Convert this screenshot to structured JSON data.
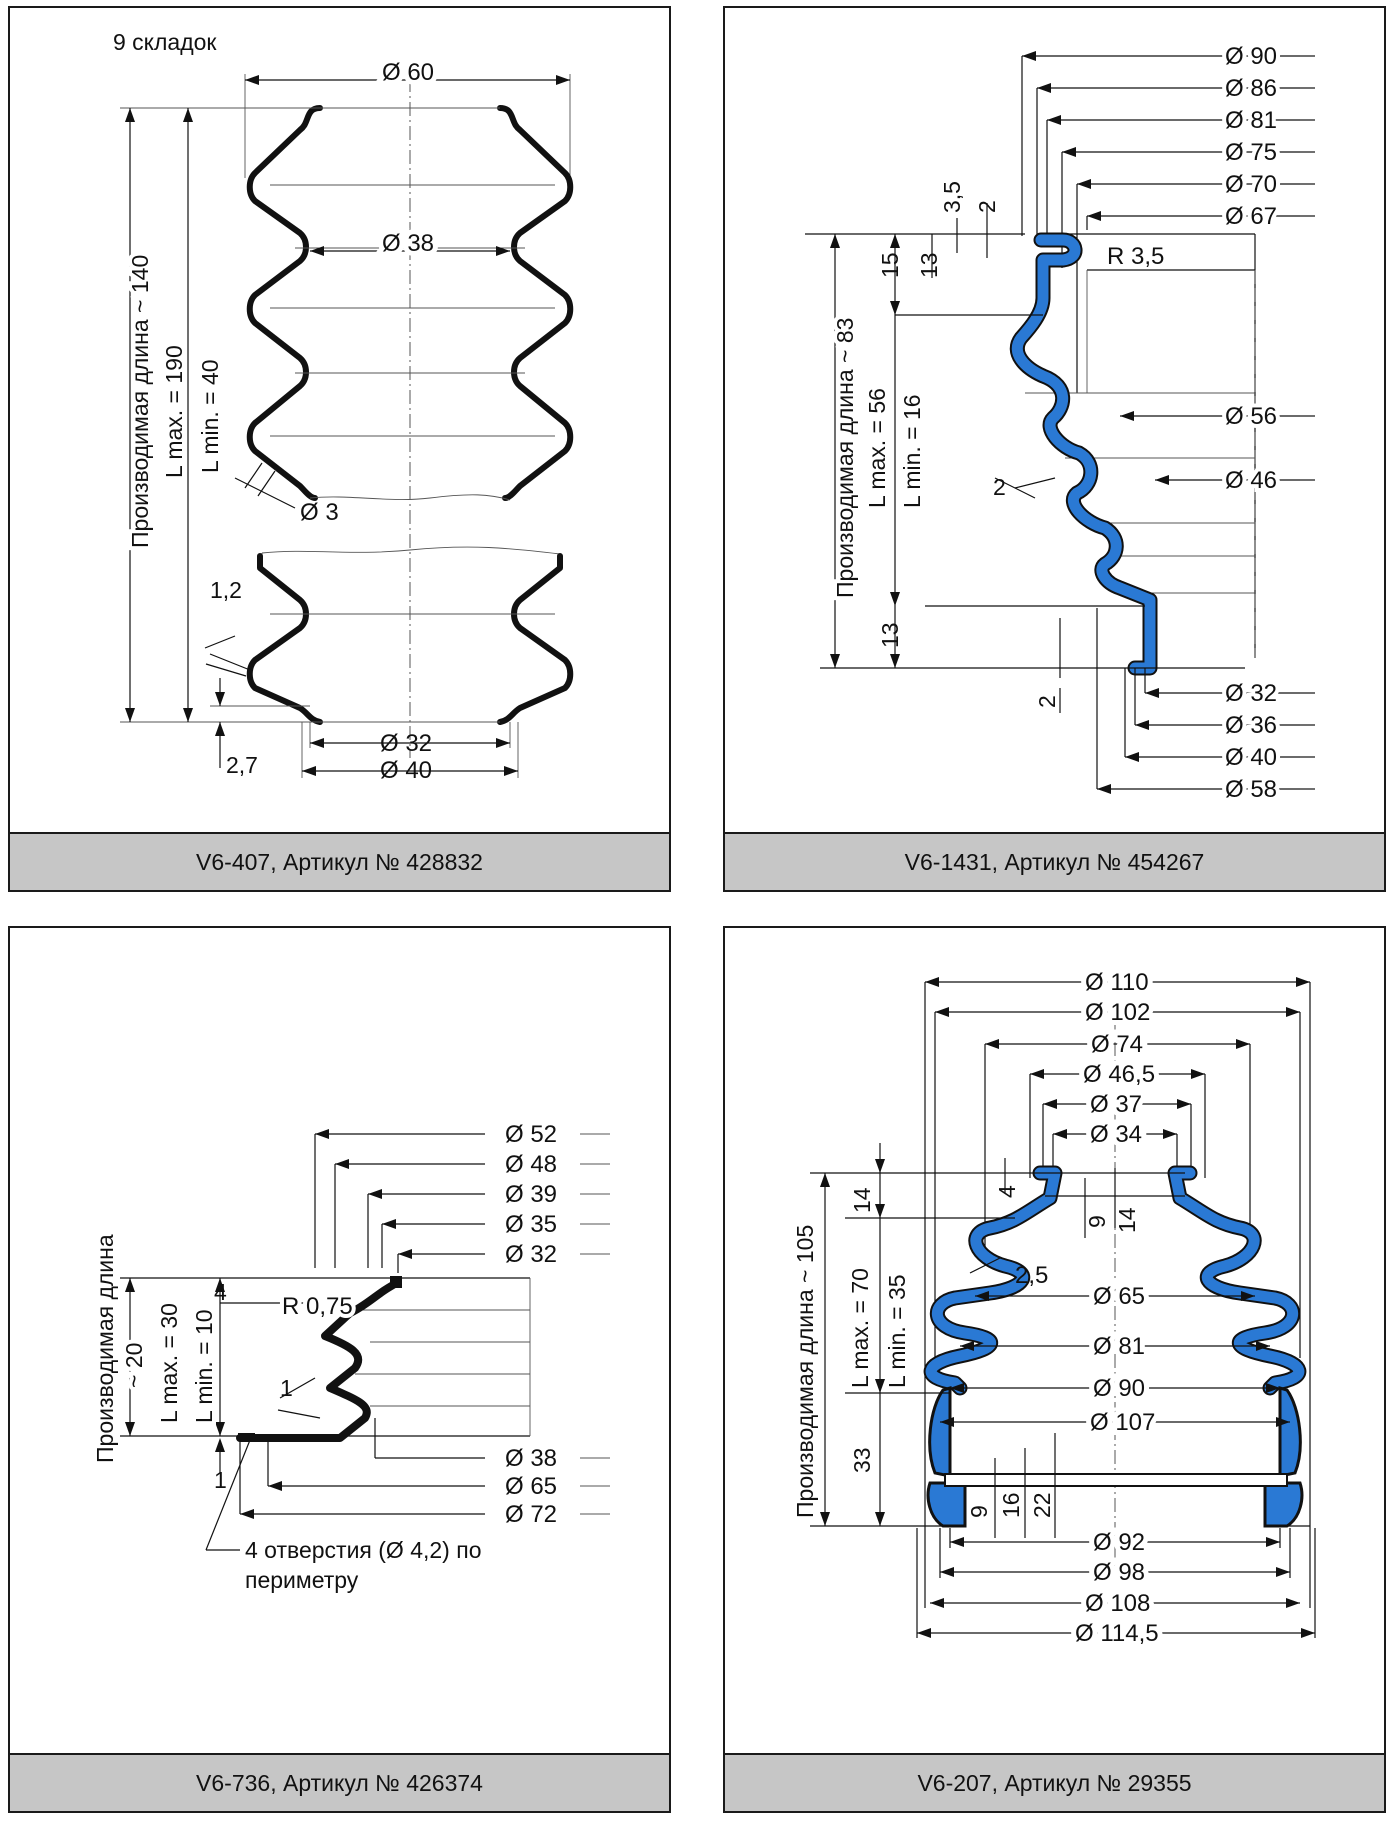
{
  "panels": [
    {
      "caption": "V6-407, Артикул № 428832",
      "folds": "9 складок",
      "dims": [
        "Ø 60",
        "Ø 38",
        "Ø 3",
        "1,2",
        "2,7",
        "Ø 32",
        "Ø 40"
      ],
      "vertical": [
        "Производимая длина ~ 140",
        "L max. = 190",
        "L min. = 40"
      ]
    },
    {
      "caption": "V6-1431, Артикул № 454267",
      "diameters_top": [
        "Ø 90",
        "Ø 86",
        "Ø 81",
        "Ø 75",
        "Ø 70",
        "Ø 67"
      ],
      "radius": "R 3,5",
      "small": [
        "3,5",
        "2",
        "15",
        "13",
        "13",
        "2",
        "2"
      ],
      "diameters_mid": [
        "Ø 56",
        "Ø 46"
      ],
      "diameters_bottom": [
        "Ø 32",
        "Ø 36",
        "Ø 40",
        "Ø 58"
      ],
      "vertical": [
        "Производимая длина ~ 83",
        "L max. = 56",
        "L min. = 16"
      ]
    },
    {
      "caption": "V6-736, Артикул № 426374",
      "diameters_top": [
        "Ø 52",
        "Ø 48",
        "Ø 39",
        "Ø 35",
        "Ø 32"
      ],
      "radius": "R 0,75",
      "small": [
        "4",
        "1",
        "1"
      ],
      "diameters_bottom": [
        "Ø 38",
        "Ø 65",
        "Ø 72"
      ],
      "note": [
        "4 отверстия (Ø 4,2) по",
        "периметру"
      ],
      "vertical": [
        "Производимая длина",
        "~ 20",
        "L max. = 30",
        "L min. = 10"
      ]
    },
    {
      "caption": "V6-207, Артикул № 29355",
      "diameters_top": [
        "Ø 110",
        "Ø 102",
        "Ø 74",
        "Ø 46,5",
        "Ø 37",
        "Ø 34"
      ],
      "diameters_mid": [
        "Ø 65",
        "Ø 81",
        "Ø 90",
        "Ø 107"
      ],
      "diameters_bottom": [
        "Ø 92",
        "Ø 98",
        "Ø 108",
        "Ø 114,5"
      ],
      "small": [
        "4",
        "9",
        "14",
        "14",
        "2,5",
        "33",
        "9",
        "16",
        "22"
      ],
      "vertical": [
        "Производимая длина ~ 105",
        "L max. = 70",
        "L min. = 35"
      ]
    }
  ]
}
